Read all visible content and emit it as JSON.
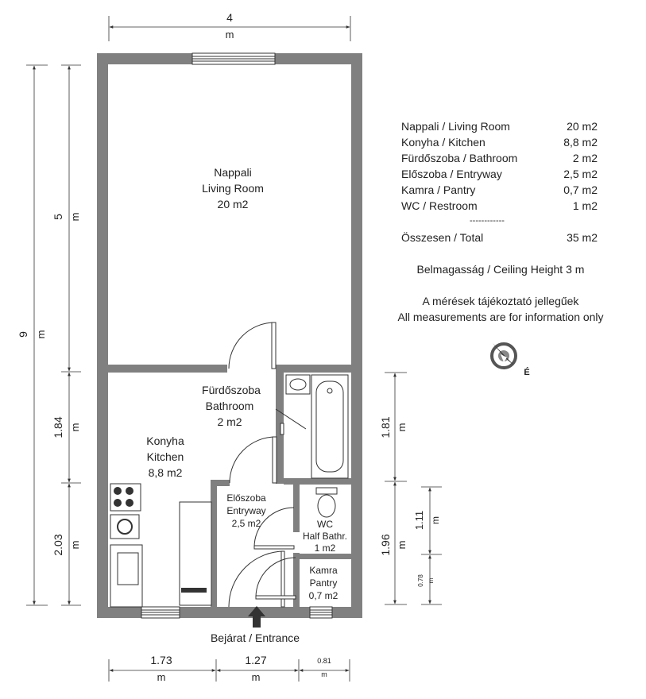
{
  "rooms": {
    "living": {
      "name_hu": "Nappali",
      "name_en": "Living Room",
      "area": "20 m2"
    },
    "bathroom": {
      "name_hu": "Fürdőszoba",
      "name_en": "Bathroom",
      "area": "2 m2"
    },
    "kitchen": {
      "name_hu": "Konyha",
      "name_en": "Kitchen",
      "area": "8,8 m2"
    },
    "entryway": {
      "name_hu": "Előszoba",
      "name_en": "Entryway",
      "area": "2,5 m2"
    },
    "wc": {
      "name_hu": "WC",
      "name_en": "Half Bathr.",
      "area": "1 m2"
    },
    "pantry": {
      "name_hu": "Kamra",
      "name_en": "Pantry",
      "area": "0,7 m2"
    }
  },
  "entrance_label": "Bejárat / Entrance",
  "dimensions": {
    "unit": "m",
    "top_width": "4",
    "total_height": "9",
    "left_segments": [
      "5",
      "1.84",
      "2.03"
    ],
    "right_segments": [
      "1.81",
      "1.96"
    ],
    "right_sub_segments": [
      "1.11",
      "0.78"
    ],
    "bottom_segments": [
      "1.73",
      "1.27",
      "0.81"
    ]
  },
  "area_table": {
    "rows": [
      {
        "label": "Nappali / Living Room",
        "value": "20 m2"
      },
      {
        "label": "Konyha / Kitchen",
        "value": "8,8 m2"
      },
      {
        "label": "Fürdőszoba / Bathroom",
        "value": "2 m2"
      },
      {
        "label": "Előszoba / Entryway",
        "value": "2,5 m2"
      },
      {
        "label": "Kamra / Pantry",
        "value": "0,7 m2"
      },
      {
        "label": "WC / Restroom",
        "value": "1 m2"
      }
    ],
    "separator": "------------",
    "total_label": "Összesen / Total",
    "total_value": "35 m2"
  },
  "ceiling_height": "Belmagasság / Ceiling Height 3 m",
  "disclaimer_hu": "A mérések tájékoztató jellegűek",
  "disclaimer_en": "All measurements are for information only",
  "compass": {
    "icon": "compass-icon",
    "label": "É"
  }
}
